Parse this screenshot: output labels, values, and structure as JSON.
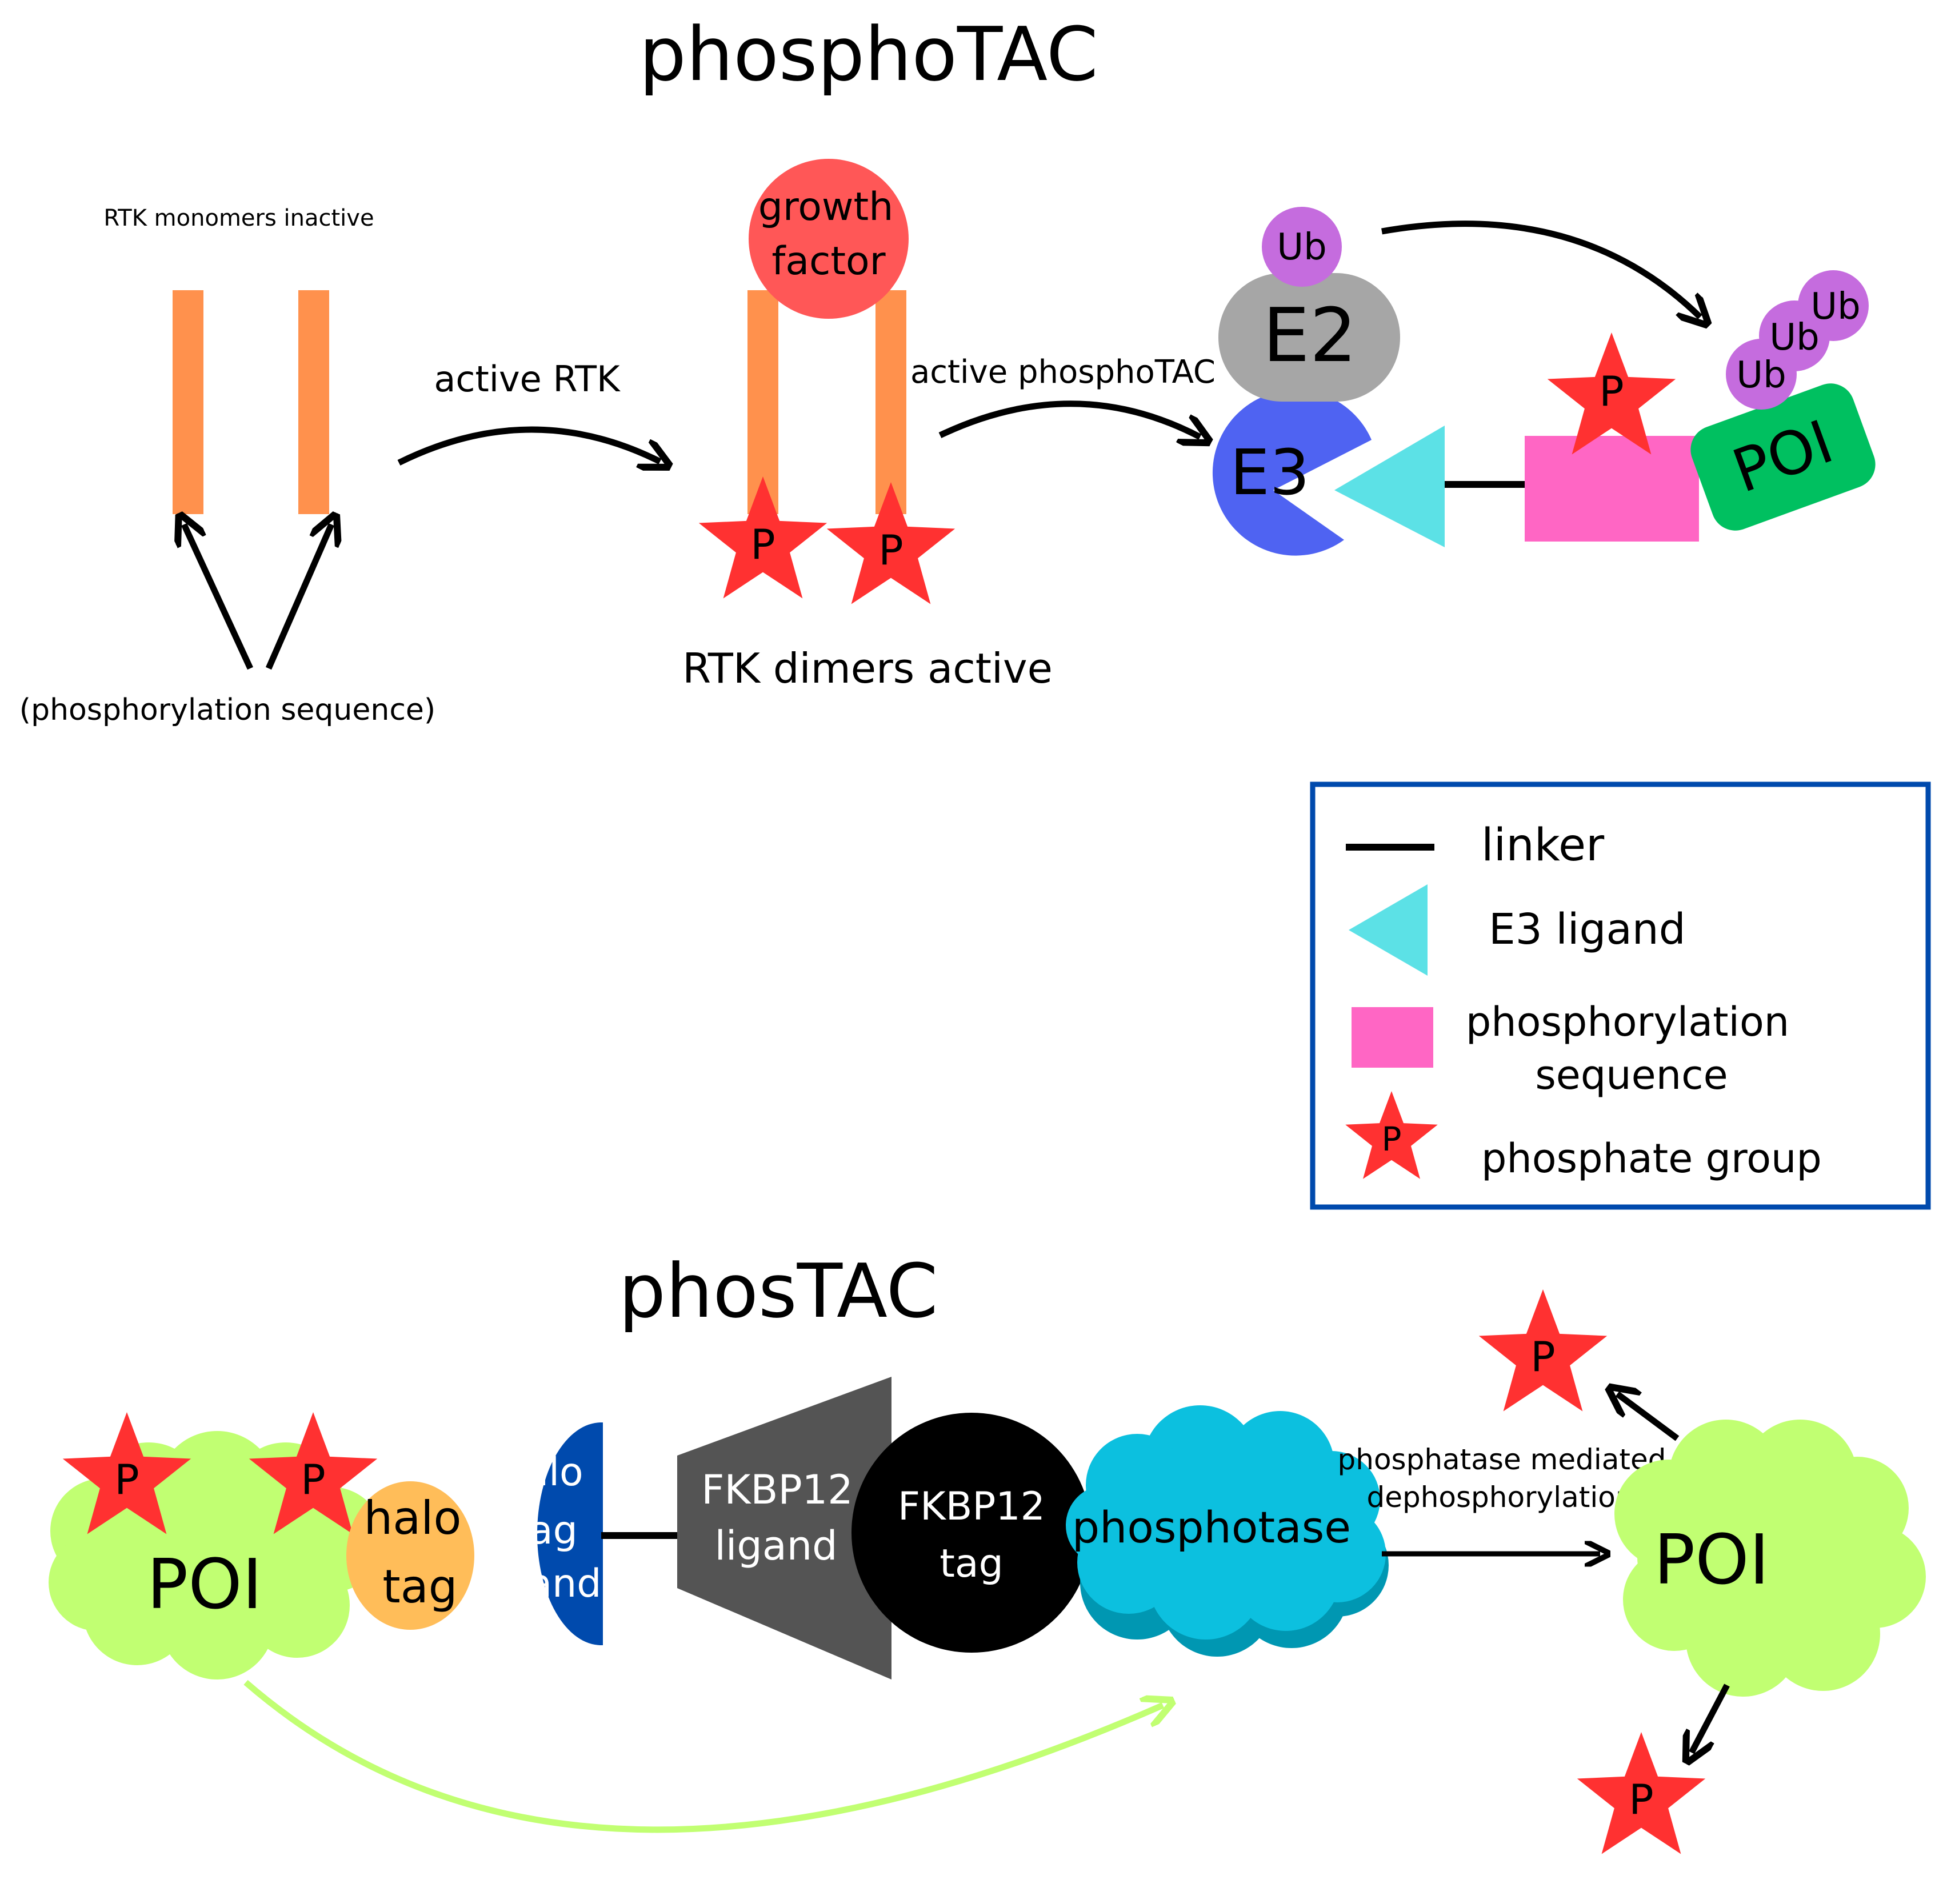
{
  "titles": {
    "top": "phosphoTAC",
    "bottom": "phosTAC"
  },
  "phosphotac": {
    "monomers_label": "RTK monomers inactive",
    "phospho_seq_label": "(phosphorylation sequence)",
    "active_rtk_label": "active RTK",
    "growth_factor_line1": "growth",
    "growth_factor_line2": "factor",
    "dimers_label": "RTK dimers active",
    "active_phosphotac_label": "active phosphoTAC",
    "e2_label": "E2",
    "e3_label": "E3",
    "ub_label": "Ub",
    "poi_label": "POI",
    "p_label": "P"
  },
  "legend": {
    "linker": "linker",
    "e3_ligand": "E3 ligand",
    "phospho_seq_line1": "phosphorylation",
    "phospho_seq_line2": "sequence",
    "phosphate_group": "phosphate group"
  },
  "phostac": {
    "poi_label": "POI",
    "p_label": "P",
    "halo_tag_line1": "halo",
    "halo_tag_line2": "tag",
    "halo_ligand_line1": "halo",
    "halo_ligand_line2": "tag",
    "halo_ligand_line3": "ligand",
    "fkbp_ligand_line1": "FKBP12",
    "fkbp_ligand_line2": "ligand",
    "fkbp_tag_line1": "FKBP12",
    "fkbp_tag_line2": "tag",
    "phosphatase_label": "phosphotase",
    "dephos_line1": "phosphatase mediated",
    "dephos_line2": "dephosphorylation",
    "poi_right_label": "POI"
  },
  "colors": {
    "rtk_orange": "#FF914D",
    "growth_factor": "#FF5757",
    "phosphate_star": "#FF3131",
    "e2_gray": "#A6A6A6",
    "e3_blue": "#4F63F2",
    "ub_purple": "#C56CDE",
    "e3_ligand_cyan": "#5CE1E6",
    "phospho_seq_pink": "#FF66C4",
    "poi_green": "#00C060",
    "legend_border": "#004AAD",
    "poi_cloud": "#C1FF72",
    "halo_tag": "#FFBD59",
    "halo_ligand": "#004AAD",
    "fkbp_ligand": "#545454",
    "fkbp_tag": "#000000",
    "phosphatase": "#0CC0DF",
    "phosphatase_shadow": "#0097B2"
  }
}
